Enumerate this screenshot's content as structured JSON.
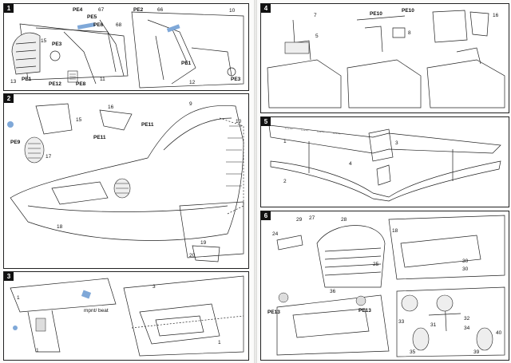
{
  "panels": {
    "p1": {
      "num": "1",
      "labels": [
        "PE4",
        "67",
        "PE5",
        "PE6",
        "68",
        "PE2",
        "66",
        "10",
        "15",
        "PE3",
        "PE1",
        "PE1",
        "PE8",
        "PE12",
        "13",
        "11",
        "12",
        "PE3"
      ]
    },
    "p2": {
      "num": "2",
      "labels": [
        "15",
        "16",
        "PE11",
        "PE11",
        "PE9",
        "17",
        "9",
        "10",
        "18",
        "19",
        "20"
      ]
    },
    "p3": {
      "num": "3",
      "labels": [
        "1",
        "mpnt/\nbeat",
        "3",
        "1",
        "1"
      ]
    },
    "p4": {
      "num": "4",
      "labels": [
        "7",
        "5",
        "PE10",
        "PE10",
        "8",
        "16"
      ]
    },
    "p5": {
      "num": "5",
      "labels": [
        "1",
        "2",
        "4",
        "3"
      ]
    },
    "p6": {
      "num": "6",
      "labels": [
        "29",
        "27",
        "28",
        "24",
        "25",
        "36",
        "PE13",
        "PE13",
        "18",
        "30",
        "30",
        "33",
        "31",
        "32",
        "34",
        "35",
        "39",
        "40"
      ]
    }
  },
  "colors": {
    "accent": "#7fa8d8",
    "frame": "#222222"
  }
}
